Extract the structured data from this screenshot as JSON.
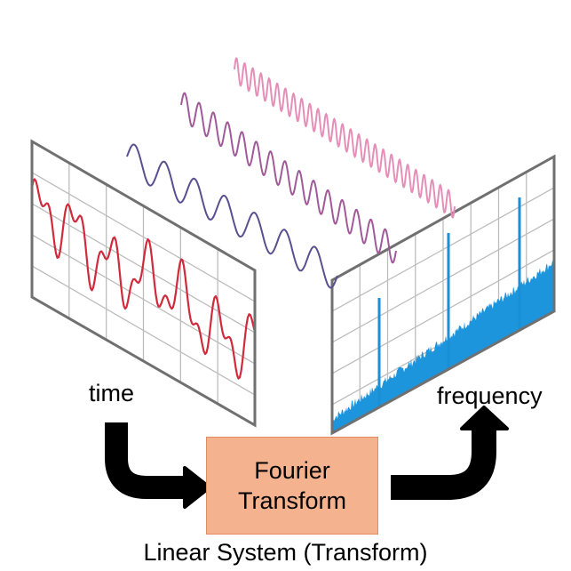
{
  "labels": {
    "time": "time",
    "frequency": "frequency",
    "caption": "Linear System (Transform)"
  },
  "transform_box": {
    "line1": "Fourier",
    "line2": "Transform"
  },
  "colors": {
    "signal": "#d02a3c",
    "spectrum_fill": "#1d95dc",
    "spectrum_spike": "#1a8fd4",
    "panel_border": "#707070",
    "grid": "#bdbdbd",
    "arrow": "#000000",
    "box_fill": "#f5b28f",
    "box_border": "#e38a5c",
    "wave_low": "#5a4f8f",
    "wave_mid": "#a05a9a",
    "wave_high": "#e58fb8"
  }
}
